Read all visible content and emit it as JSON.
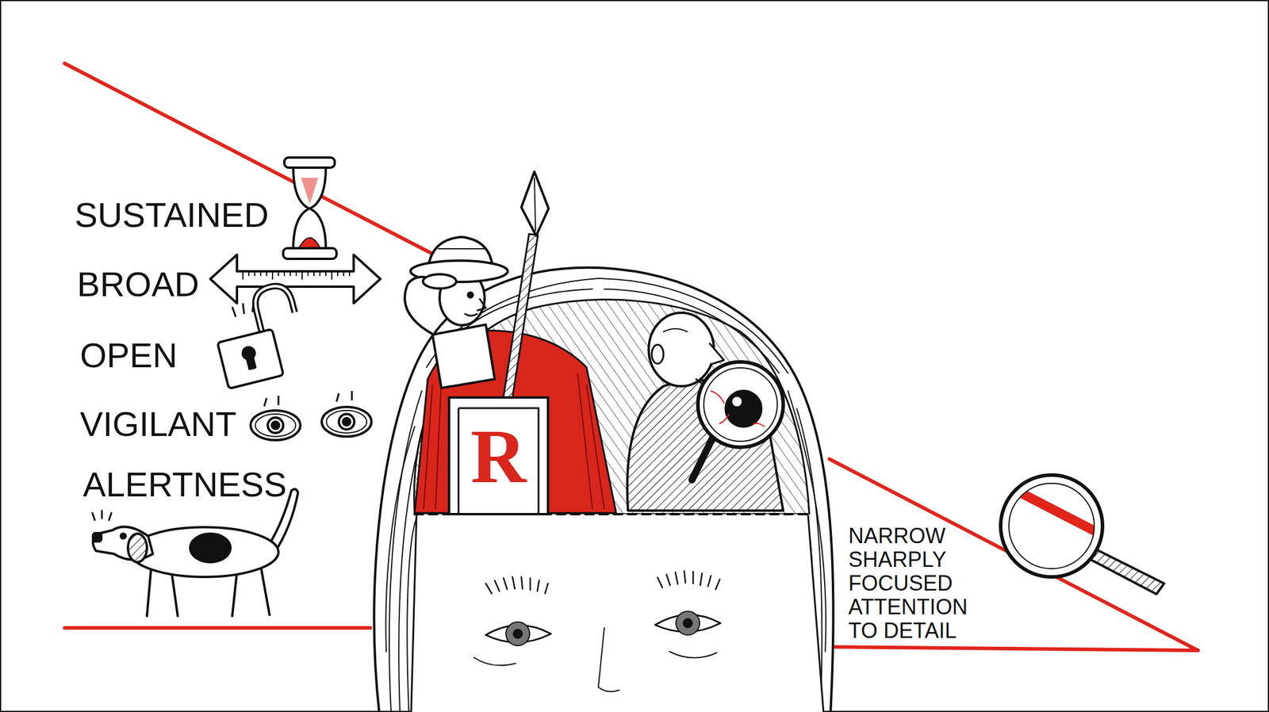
{
  "diagram": {
    "nodes": [
      {
        "text": [
          "R"
        ]
      }
    ],
    "labels": [
      "SUSTAINED",
      "BROAD",
      "OPEN",
      "VIGILANT",
      "ALERTNESS",
      "NARROW SHARPLY FOCUSED ATTENTION TO DETAIL"
    ]
  }
}
